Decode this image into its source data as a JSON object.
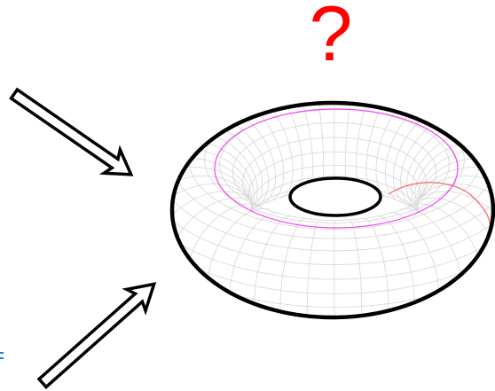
{
  "annotation": {
    "text": "?",
    "color": "#ff0000"
  },
  "colors": {
    "outline": "#000000",
    "mesh": "#d9d9d9",
    "meridian_circle": "#ee44ee",
    "longitude_circle": "#f07070",
    "arrow_fill": "#ffffff",
    "edge_mark": "#1a7fd4"
  },
  "figure": {
    "object": "torus",
    "style": "wireframe-mesh",
    "highlighted_loops": [
      "meridian_circle",
      "longitude_circle"
    ]
  },
  "arrows": [
    {
      "name": "upper-arrow",
      "direction": "down-right"
    },
    {
      "name": "lower-arrow",
      "direction": "up-right"
    }
  ]
}
